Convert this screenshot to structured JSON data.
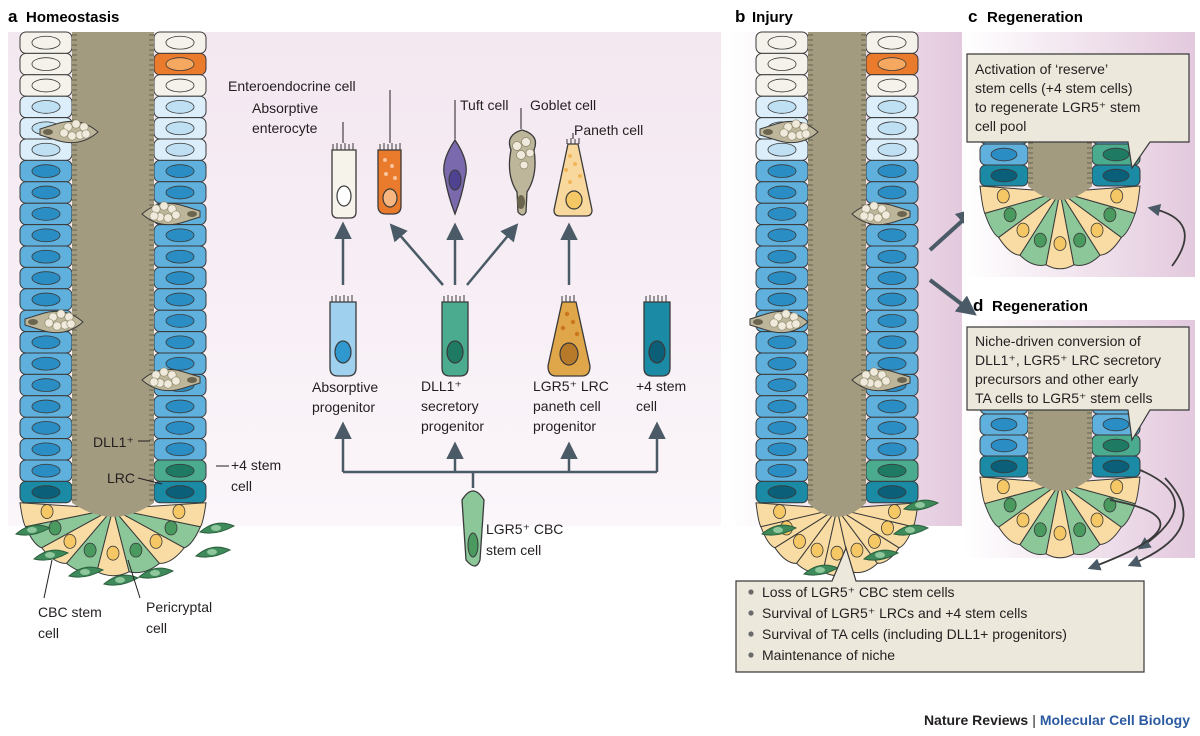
{
  "panels": {
    "a": {
      "letter": "a",
      "title": "Homeostasis"
    },
    "b": {
      "letter": "b",
      "title": "Injury"
    },
    "c": {
      "letter": "c",
      "title": "Regeneration"
    },
    "d": {
      "letter": "d",
      "title": "Regeneration"
    }
  },
  "crypt_labels": {
    "dll1": "DLL1⁺",
    "lrc": "LRC",
    "plus4_line1": "+4 stem",
    "plus4_line2": "cell",
    "cbc_line1": "CBC stem",
    "cbc_line2": "cell",
    "pericryptal_line1": "Pericryptal",
    "pericryptal_line2": "cell"
  },
  "lineage": {
    "enteroendocrine": "Enteroendocrine cell",
    "absorptive_enterocyte_line1": "Absorptive",
    "absorptive_enterocyte_line2": "enterocyte",
    "tuft": "Tuft cell",
    "goblet": "Goblet cell",
    "paneth": "Paneth cell",
    "absorptive_progenitor_line1": "Absorptive",
    "absorptive_progenitor_line2": "progenitor",
    "dll1_progenitor_line1": "DLL1⁺",
    "dll1_progenitor_line2": "secretory",
    "dll1_progenitor_line3": "progenitor",
    "lgr5_lrc_line1": "LGR5⁺ LRC",
    "lgr5_lrc_line2": "paneth cell",
    "lgr5_lrc_line3": "progenitor",
    "plus4_line1": "+4 stem",
    "plus4_line2": "cell",
    "lgr5_cbc_line1": "LGR5⁺ CBC",
    "lgr5_cbc_line2": "stem cell"
  },
  "callout_c": [
    "Activation of ‘reserve’",
    "stem cells (+4 stem cells)",
    "to regenerate LGR5⁺ stem",
    "cell pool"
  ],
  "callout_d": [
    "Niche-driven conversion of",
    "DLL1⁺, LGR5⁺ LRC secretory",
    "precursors and other early",
    "TA cells to LGR5⁺ stem cells"
  ],
  "injury_bullets": [
    "Loss of LGR5⁺ CBC stem cells",
    "Survival of  LGR5⁺ LRCs and +4 stem cells",
    "Survival of  TA cells (including DLL1+ progenitors)",
    "Maintenance of niche"
  ],
  "footer": {
    "journal": "Nature Reviews",
    "separator": "|",
    "subject": "Molecular Cell Biology"
  },
  "colors": {
    "background_pink": "#ead8e6",
    "lumen": "#a39b80",
    "enterocyte_blue": "#5fb0dc",
    "pale_blue": "#cfe6f4",
    "teal": "#1b8aa5",
    "dll1_green": "#4aab8e",
    "paneth_yellow": "#f5d79a",
    "cbc_green": "#6db886",
    "pericryptal": "#3f8a5a",
    "callout_fill": "#ece8dc",
    "arrow": "#4a5a66",
    "journal_blue": "#2b5aa0"
  }
}
